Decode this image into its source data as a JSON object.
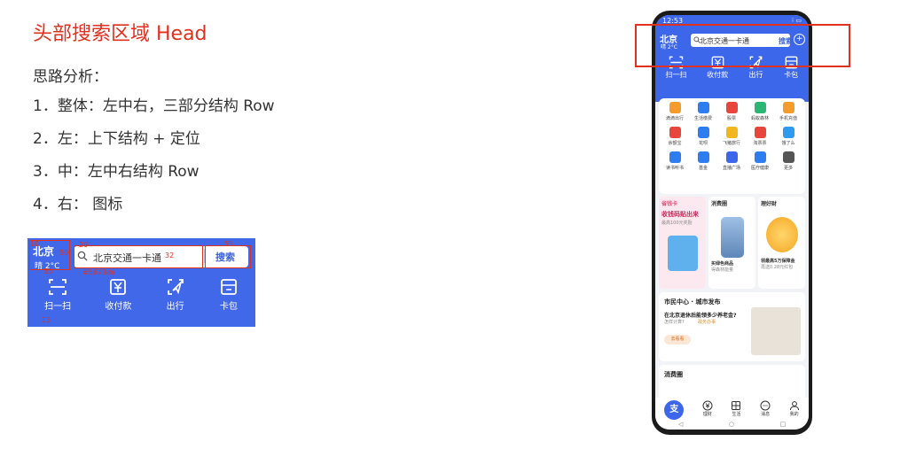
{
  "slide": {
    "title": "头部搜索区域 Head",
    "analysis_heading": "思路分析：",
    "points": [
      "1．整体：左中右，三部分结构 Row",
      "2．左：上下结构 + 定位",
      "3．中：左中右结构 Row",
      "4．右： 图标"
    ]
  },
  "zoom": {
    "city": "北京",
    "temp": "晴 2°C",
    "search_text": "北京交通一卡通",
    "search_button": "搜索",
    "plus": "+",
    "annotations": [
      "10",
      "50",
      "20",
      "32",
      "55",
      "35",
      "#5673de",
      "15"
    ],
    "quick": [
      {
        "label": "扫一扫",
        "icon": "scan-icon"
      },
      {
        "label": "收付款",
        "icon": "payment-icon"
      },
      {
        "label": "出行",
        "icon": "travel-icon"
      },
      {
        "label": "卡包",
        "icon": "wallet-icon"
      }
    ]
  },
  "phone": {
    "time": "12:53",
    "status_right": "⁝ ▭",
    "city": "北京",
    "temp": "晴 2°C",
    "search_text": "北京交通一卡通",
    "search_button": "搜索",
    "plus": "+",
    "quick": [
      {
        "label": "扫一扫",
        "icon": "scan-icon"
      },
      {
        "label": "收付款",
        "icon": "payment-icon"
      },
      {
        "label": "出行",
        "icon": "travel-icon"
      },
      {
        "label": "卡包",
        "icon": "wallet-icon"
      }
    ],
    "grid": [
      {
        "label": "滴滴出行",
        "color": "#f49b2b"
      },
      {
        "label": "生活缴费",
        "color": "#2d7df0"
      },
      {
        "label": "股票",
        "color": "#e8453c"
      },
      {
        "label": "蚂蚁森林",
        "color": "#2bb673"
      },
      {
        "label": "手机充值",
        "color": "#f39c2b"
      },
      {
        "label": "余额宝",
        "color": "#e8453c"
      },
      {
        "label": "花呗",
        "color": "#2d7df0"
      },
      {
        "label": "飞猪旅行",
        "color": "#f2b71e"
      },
      {
        "label": "淘票票",
        "color": "#e8453c"
      },
      {
        "label": "饿了么",
        "color": "#2d9cf0"
      },
      {
        "label": "读书听书",
        "color": "#2d7df0"
      },
      {
        "label": "基金",
        "color": "#2d7df0"
      },
      {
        "label": "直播广场",
        "color": "#3d67ea"
      },
      {
        "label": "医疗健康",
        "color": "#2d7df0"
      },
      {
        "label": "更多",
        "color": "#555555"
      }
    ],
    "promos": [
      {
        "head": "省钱卡",
        "title": "收钱码贴出来",
        "sub": "最高100元奖励"
      },
      {
        "head": "消费圈",
        "title": "买绿色商品",
        "sub": "得森林能量"
      },
      {
        "head": "理好财",
        "title": "领最高5万保障金",
        "sub": "再送0.28元红包"
      }
    ],
    "news": {
      "heading": "市民中心 · 城市发布",
      "title": "在北京退休后能领多少养老金?",
      "sub": "怎样计算?",
      "tag": "政务办事",
      "button": "去看看"
    },
    "circle_heading": "消费圈",
    "tabs": [
      {
        "label": "",
        "icon": "alipay-home-icon"
      },
      {
        "label": "理财",
        "icon": "finance-icon"
      },
      {
        "label": "生活",
        "icon": "life-icon"
      },
      {
        "label": "消息",
        "icon": "message-icon"
      },
      {
        "label": "我的",
        "icon": "profile-icon"
      }
    ],
    "home_glyph": "支",
    "nav": [
      "◁",
      "○",
      "□"
    ]
  },
  "colors": {
    "accent_red": "#e0301e",
    "header_blue": "#3d67ea",
    "annotated_blue": "#5673de"
  }
}
